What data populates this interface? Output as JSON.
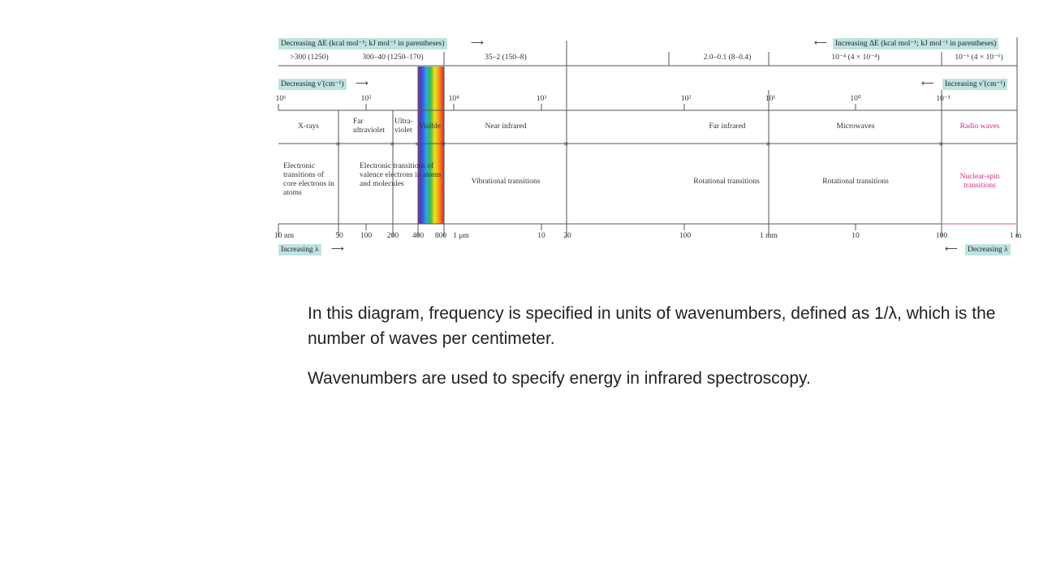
{
  "energy_header": {
    "left_label": "Decreasing ΔE (kcal mol⁻¹; kJ mol⁻¹ in parentheses)",
    "right_label": "Increasing ΔE (kcal mol⁻¹; kJ mol⁻¹ in parentheses)",
    "ranges": [
      ">300 (1250)",
      "300–40 (1250–170)",
      "35–2 (150–8)",
      "2.0–0.1 (8–0.4)",
      "10⁻⁴ (4 × 10⁻⁴)",
      "10⁻⁶ (4 × 10⁻⁶)"
    ]
  },
  "wavenumber_header": {
    "left_label": "Decreasing ν̃ (cm⁻¹)",
    "right_label": "Increasing ν̃ (cm⁻¹)",
    "ticks": [
      "10⁶",
      "10⁵",
      "10⁴",
      "10³",
      "10²",
      "10¹",
      "10⁰",
      "10⁻¹"
    ]
  },
  "regions": [
    "X-rays",
    "Far ultraviolet",
    "Ultra-violet",
    "Visible",
    "Near infrared",
    "Far infrared",
    "Microwaves",
    "Radio waves"
  ],
  "transitions": [
    "Electronic transitions of core electrons in atoms",
    "Electronic transitions of valence electrons in atoms and molecules",
    "Vibrational transitions",
    "Rotational transitions",
    "Rotational transitions",
    "Nuclear-spin transitions"
  ],
  "wavelength_axis": {
    "ticks": [
      "10 nm",
      "50",
      "100",
      "200",
      "400",
      "800",
      "1 μm",
      "10",
      "20",
      "100",
      "1 mm",
      "10",
      "100",
      "1 m"
    ],
    "left_label": "Increasing λ",
    "right_label": "Decreasing λ"
  },
  "captions": [
    "In this diagram, frequency is specified in units of wavenumbers, defined as 1/λ, which is the number of waves per centimeter.",
    "Wavenumbers are used to specify energy in infrared spectroscopy."
  ],
  "colors": {
    "label_box": "#bfe3e0",
    "radio_highlight": "#d0278a",
    "line": "#555555",
    "caption_text": "#222222"
  }
}
